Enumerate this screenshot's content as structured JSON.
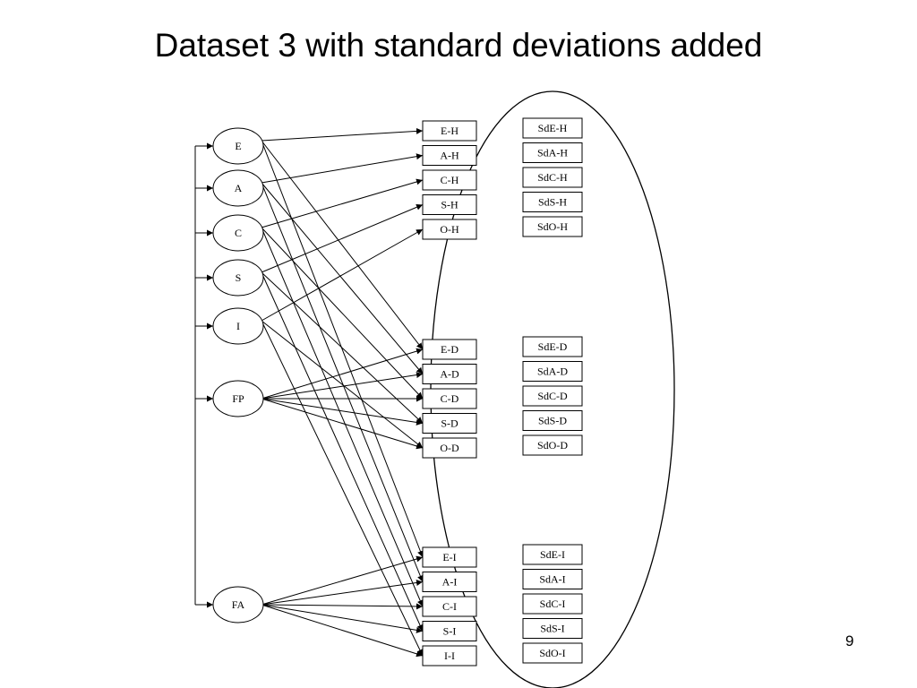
{
  "slide": {
    "title": "Dataset 3 with standard deviations added",
    "page_number": "9"
  },
  "diagram": {
    "factors": [
      {
        "id": "E",
        "label": "E"
      },
      {
        "id": "A",
        "label": "A"
      },
      {
        "id": "C",
        "label": "C"
      },
      {
        "id": "S",
        "label": "S"
      },
      {
        "id": "I",
        "label": "I"
      },
      {
        "id": "FP",
        "label": "FP"
      },
      {
        "id": "FA",
        "label": "FA"
      }
    ],
    "indicator_groups": [
      {
        "id": "H",
        "indicators": [
          "E-H",
          "A-H",
          "C-H",
          "S-H",
          "O-H"
        ],
        "sd": [
          "SdE-H",
          "SdA-H",
          "SdC-H",
          "SdS-H",
          "SdO-H"
        ]
      },
      {
        "id": "D",
        "indicators": [
          "E-D",
          "A-D",
          "C-D",
          "S-D",
          "O-D"
        ],
        "sd": [
          "SdE-D",
          "SdA-D",
          "SdC-D",
          "SdS-D",
          "SdO-D"
        ]
      },
      {
        "id": "I",
        "indicators": [
          "E-I",
          "A-I",
          "C-I",
          "S-I",
          "I-I"
        ],
        "sd": [
          "SdE-I",
          "SdA-I",
          "SdC-I",
          "SdS-I",
          "SdO-I"
        ]
      }
    ],
    "paths": [
      {
        "from": "E",
        "to": "E-H"
      },
      {
        "from": "E",
        "to": "E-D"
      },
      {
        "from": "E",
        "to": "E-I"
      },
      {
        "from": "A",
        "to": "A-H"
      },
      {
        "from": "A",
        "to": "A-D"
      },
      {
        "from": "A",
        "to": "A-I"
      },
      {
        "from": "C",
        "to": "C-H"
      },
      {
        "from": "C",
        "to": "C-D"
      },
      {
        "from": "C",
        "to": "C-I"
      },
      {
        "from": "S",
        "to": "S-H"
      },
      {
        "from": "S",
        "to": "S-D"
      },
      {
        "from": "S",
        "to": "S-I"
      },
      {
        "from": "I",
        "to": "O-H"
      },
      {
        "from": "I",
        "to": "O-D"
      },
      {
        "from": "I",
        "to": "I-I"
      },
      {
        "from": "FP",
        "to": "E-D"
      },
      {
        "from": "FP",
        "to": "A-D"
      },
      {
        "from": "FP",
        "to": "C-D"
      },
      {
        "from": "FP",
        "to": "S-D"
      },
      {
        "from": "FP",
        "to": "O-D"
      },
      {
        "from": "FA",
        "to": "E-I"
      },
      {
        "from": "FA",
        "to": "A-I"
      },
      {
        "from": "FA",
        "to": "C-I"
      },
      {
        "from": "FA",
        "to": "S-I"
      },
      {
        "from": "FA",
        "to": "I-I"
      }
    ],
    "covariance_bracket": [
      "E",
      "A",
      "C",
      "S",
      "I",
      "FP",
      "FA"
    ]
  }
}
